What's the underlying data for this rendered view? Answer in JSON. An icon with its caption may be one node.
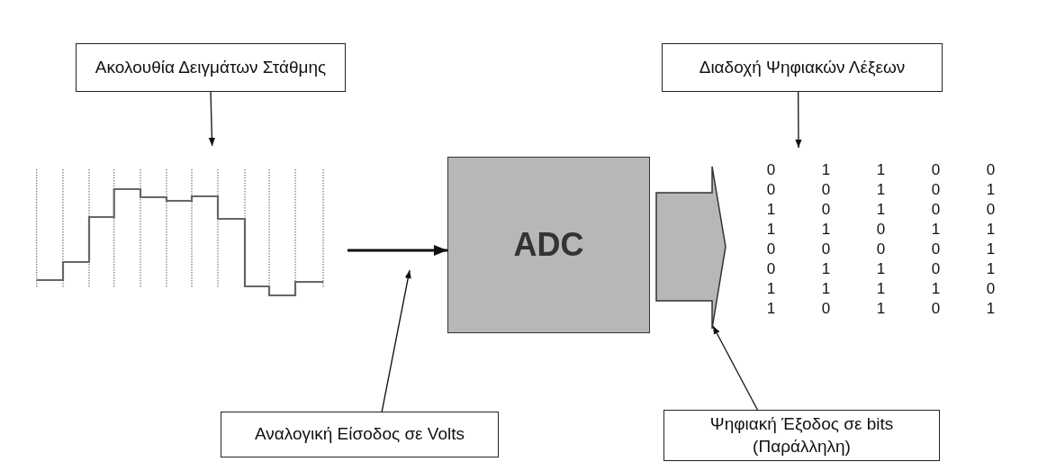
{
  "diagram": {
    "nodes": [
      {
        "text": [
          "Ακολουθία Δειγμάτων Στάθμης"
        ]
      },
      {
        "text": [],
        "shape": "picture"
      },
      {
        "text": [
          "ADC"
        ]
      },
      {
        "text": [
          "Διαδοχή Ψηφιακών Λέξεων"
        ]
      },
      {
        "text": [
          "0",
          "1",
          "1",
          "0",
          "0",
          "0",
          "0",
          "1",
          "0",
          "1",
          "1",
          "0",
          "1",
          "0",
          "0",
          "1",
          "1",
          "0",
          "1",
          "1",
          "0",
          "0",
          "0",
          "0",
          "1",
          "0",
          "1",
          "1",
          "0",
          "1",
          "1",
          "1",
          "1",
          "1",
          "0",
          "1",
          "0",
          "1",
          "0",
          "1"
        ]
      },
      {
        "text": [
          "Αναλογική Είσοδος σε Volts"
        ]
      },
      {
        "text": [
          "Ψηφιακή Έξοδος σε bits (Παράλληλη)"
        ]
      }
    ],
    "edges": [
      {
        "from": 0,
        "to": 1,
        "arrow": "to"
      },
      {
        "from": 1,
        "to": 2,
        "arrow": "to"
      },
      {
        "from": 2,
        "to": 4,
        "arrow": "to",
        "style": "thick"
      },
      {
        "from": 3,
        "to": 4,
        "arrow": "to"
      },
      {
        "from": 5,
        "to": null,
        "arrow": "to"
      },
      {
        "from": 6,
        "to": null,
        "arrow": "to"
      }
    ]
  }
}
